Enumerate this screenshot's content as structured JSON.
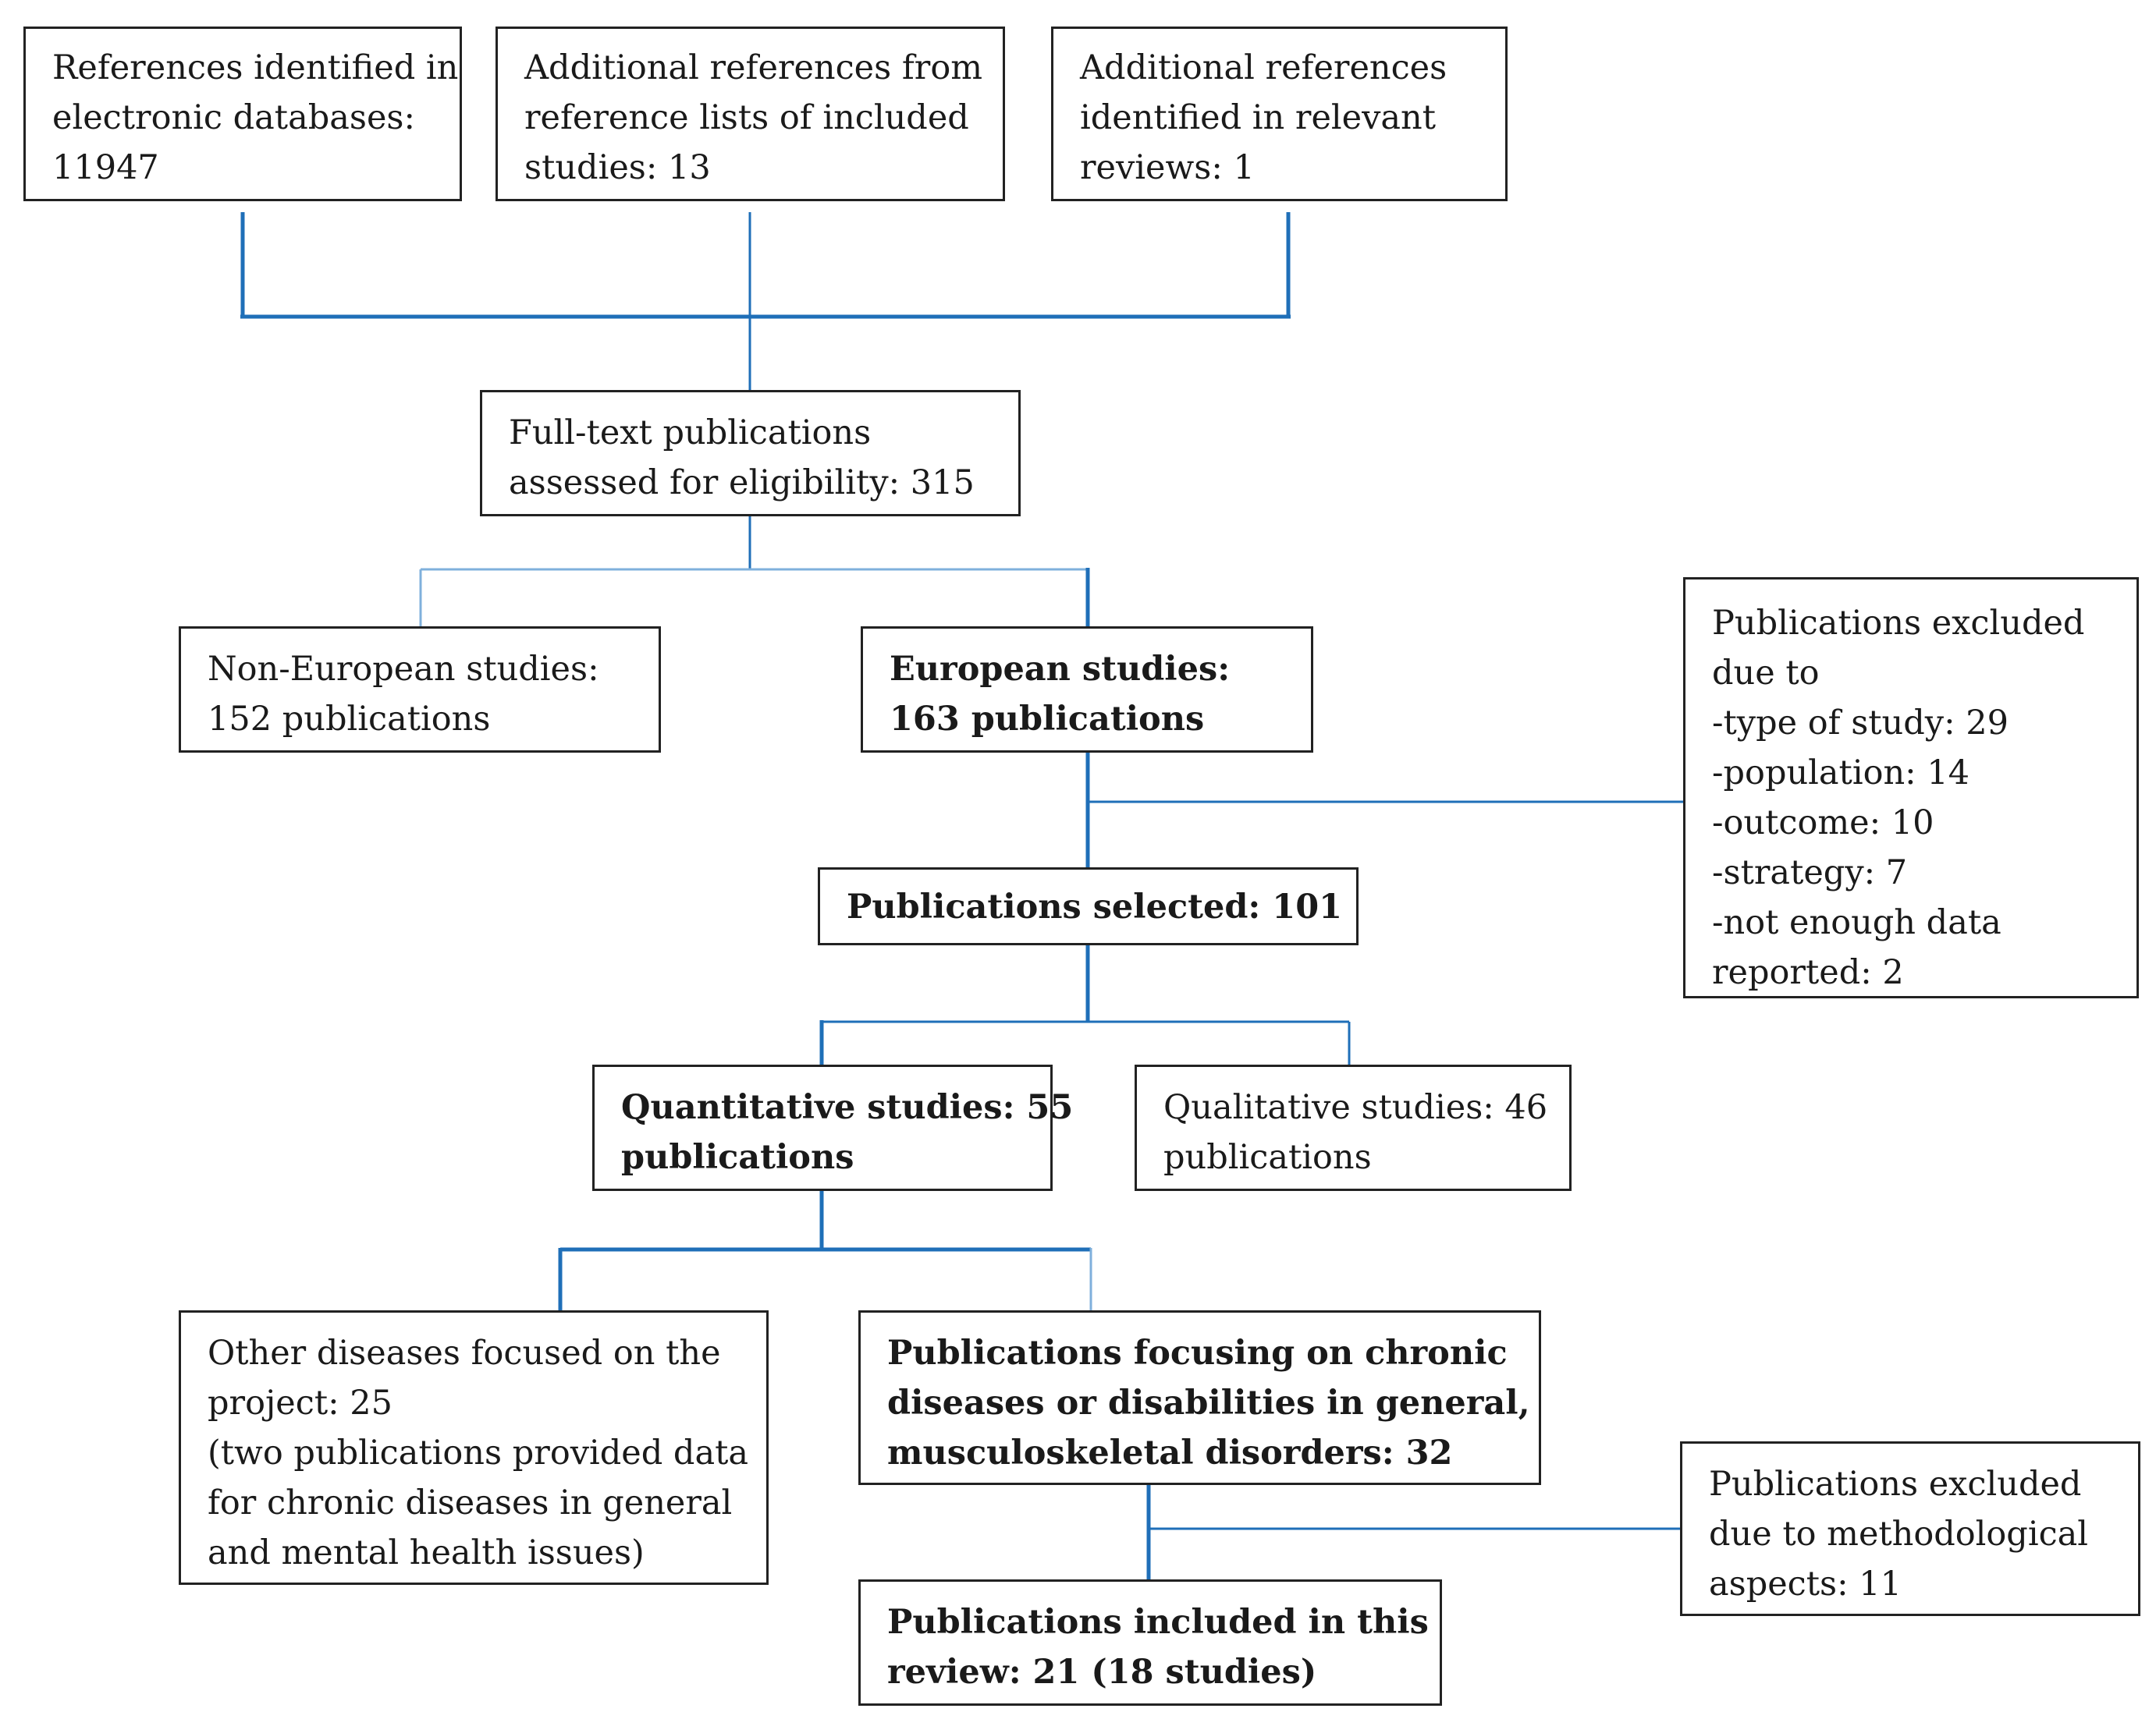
{
  "colors": {
    "connector": "#1f6fb8",
    "connector_light": "#7fb0dc",
    "box_border": "#222222",
    "text": "#1a1a1a"
  },
  "boxes": {
    "databases": {
      "lines": [
        "References identified in",
        "electronic databases:",
        "11947"
      ]
    },
    "reflists": {
      "lines": [
        "Additional references from",
        "reference lists of included",
        "studies: 13"
      ]
    },
    "reviews": {
      "lines": [
        "Additional references",
        "identified in relevant",
        "reviews: 1"
      ]
    },
    "fulltext": {
      "lines": [
        "Full-text publications",
        "assessed for eligibility: 315"
      ]
    },
    "noneuro": {
      "lines": [
        "Non-European studies:",
        "152 publications"
      ]
    },
    "euro": {
      "lines": [
        "European studies:",
        "163 publications"
      ]
    },
    "excluded1": {
      "lines": [
        "Publications excluded",
        "due to",
        "-type of study: 29",
        "-population: 14",
        "-outcome: 10",
        "-strategy: 7",
        "-not enough data",
        "reported: 2"
      ]
    },
    "selected": {
      "lines": [
        "Publications selected: 101"
      ]
    },
    "quant": {
      "lines": [
        "Quantitative studies: 55",
        "publications"
      ]
    },
    "qual": {
      "lines": [
        "Qualitative studies: 46",
        "publications"
      ]
    },
    "other": {
      "lines": [
        "Other diseases focused on the",
        "project: 25",
        "(two publications provided data",
        "for chronic diseases in general",
        "and mental health issues)"
      ]
    },
    "focus": {
      "lines": [
        "Publications focusing on chronic",
        "diseases or disabilities in general,",
        "musculoskeletal disorders: 32"
      ]
    },
    "excluded2": {
      "lines": [
        "Publications excluded",
        "due to methodological",
        "aspects: 11"
      ]
    },
    "included": {
      "lines": [
        "Publications included in this",
        "review: 21 (18 studies)"
      ]
    }
  }
}
